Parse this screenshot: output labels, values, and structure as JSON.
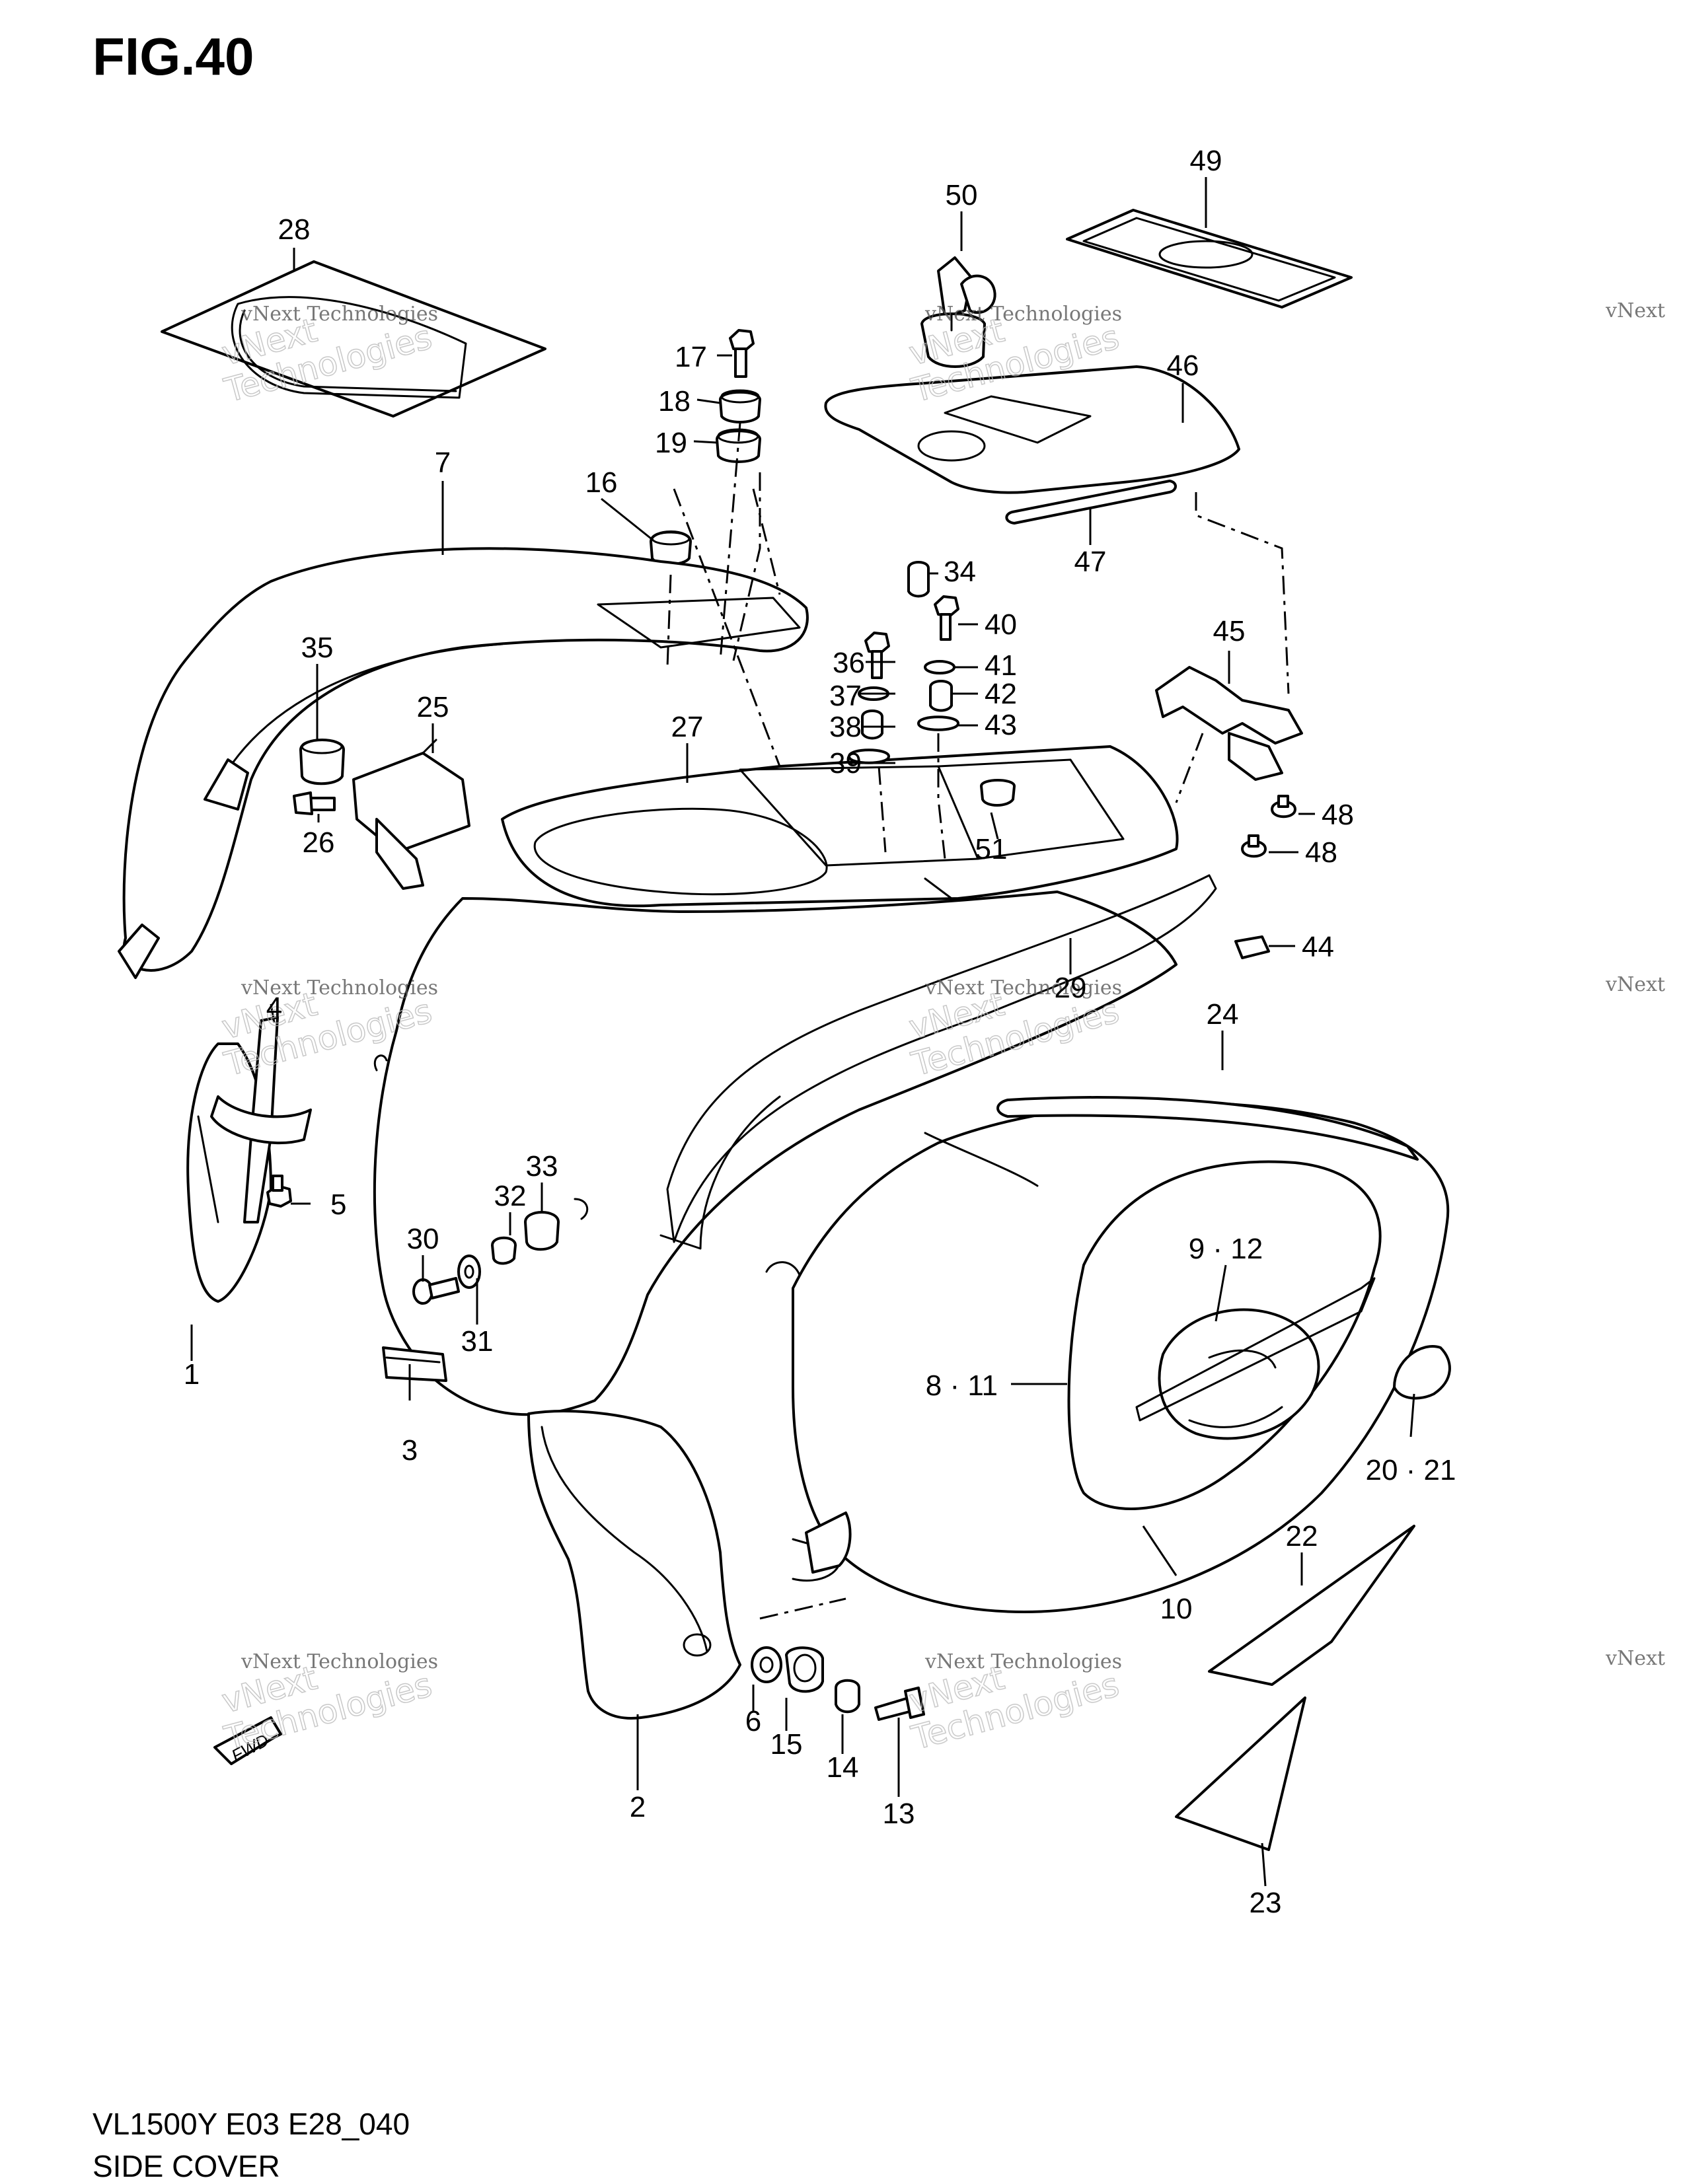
{
  "figure": {
    "title": "FIG.40",
    "model_code": "VL1500Y E03 E28_040",
    "section_name": "SIDE COVER"
  },
  "watermark": {
    "line1": "vNext Technologies",
    "line2a": "vNext",
    "line2b": "Technologies"
  },
  "fwd_label": "FWD",
  "callouts": [
    {
      "id": "c1",
      "label": "1"
    },
    {
      "id": "c2",
      "label": "2"
    },
    {
      "id": "c3",
      "label": "3"
    },
    {
      "id": "c4",
      "label": "4"
    },
    {
      "id": "c5",
      "label": "5"
    },
    {
      "id": "c6",
      "label": "6"
    },
    {
      "id": "c7",
      "label": "7"
    },
    {
      "id": "c8-11",
      "label": "8 · 11"
    },
    {
      "id": "c9-12",
      "label": "9 · 12"
    },
    {
      "id": "c10",
      "label": "10"
    },
    {
      "id": "c13",
      "label": "13"
    },
    {
      "id": "c14",
      "label": "14"
    },
    {
      "id": "c15",
      "label": "15"
    },
    {
      "id": "c16",
      "label": "16"
    },
    {
      "id": "c17",
      "label": "17"
    },
    {
      "id": "c18",
      "label": "18"
    },
    {
      "id": "c19",
      "label": "19"
    },
    {
      "id": "c20-21",
      "label": "20 · 21"
    },
    {
      "id": "c22",
      "label": "22"
    },
    {
      "id": "c23",
      "label": "23"
    },
    {
      "id": "c24",
      "label": "24"
    },
    {
      "id": "c25",
      "label": "25"
    },
    {
      "id": "c26",
      "label": "26"
    },
    {
      "id": "c27",
      "label": "27"
    },
    {
      "id": "c28",
      "label": "28"
    },
    {
      "id": "c29",
      "label": "29"
    },
    {
      "id": "c30",
      "label": "30"
    },
    {
      "id": "c31",
      "label": "31"
    },
    {
      "id": "c32",
      "label": "32"
    },
    {
      "id": "c33",
      "label": "33"
    },
    {
      "id": "c34",
      "label": "34"
    },
    {
      "id": "c35",
      "label": "35"
    },
    {
      "id": "c36",
      "label": "36"
    },
    {
      "id": "c37",
      "label": "37"
    },
    {
      "id": "c38",
      "label": "38"
    },
    {
      "id": "c39",
      "label": "39"
    },
    {
      "id": "c40",
      "label": "40"
    },
    {
      "id": "c41",
      "label": "41"
    },
    {
      "id": "c42",
      "label": "42"
    },
    {
      "id": "c43",
      "label": "43"
    },
    {
      "id": "c44",
      "label": "44"
    },
    {
      "id": "c45",
      "label": "45"
    },
    {
      "id": "c46",
      "label": "46"
    },
    {
      "id": "c47",
      "label": "47"
    },
    {
      "id": "c48a",
      "label": "48"
    },
    {
      "id": "c48b",
      "label": "48"
    },
    {
      "id": "c49",
      "label": "49"
    },
    {
      "id": "c50",
      "label": "50"
    },
    {
      "id": "c51",
      "label": "51"
    }
  ]
}
